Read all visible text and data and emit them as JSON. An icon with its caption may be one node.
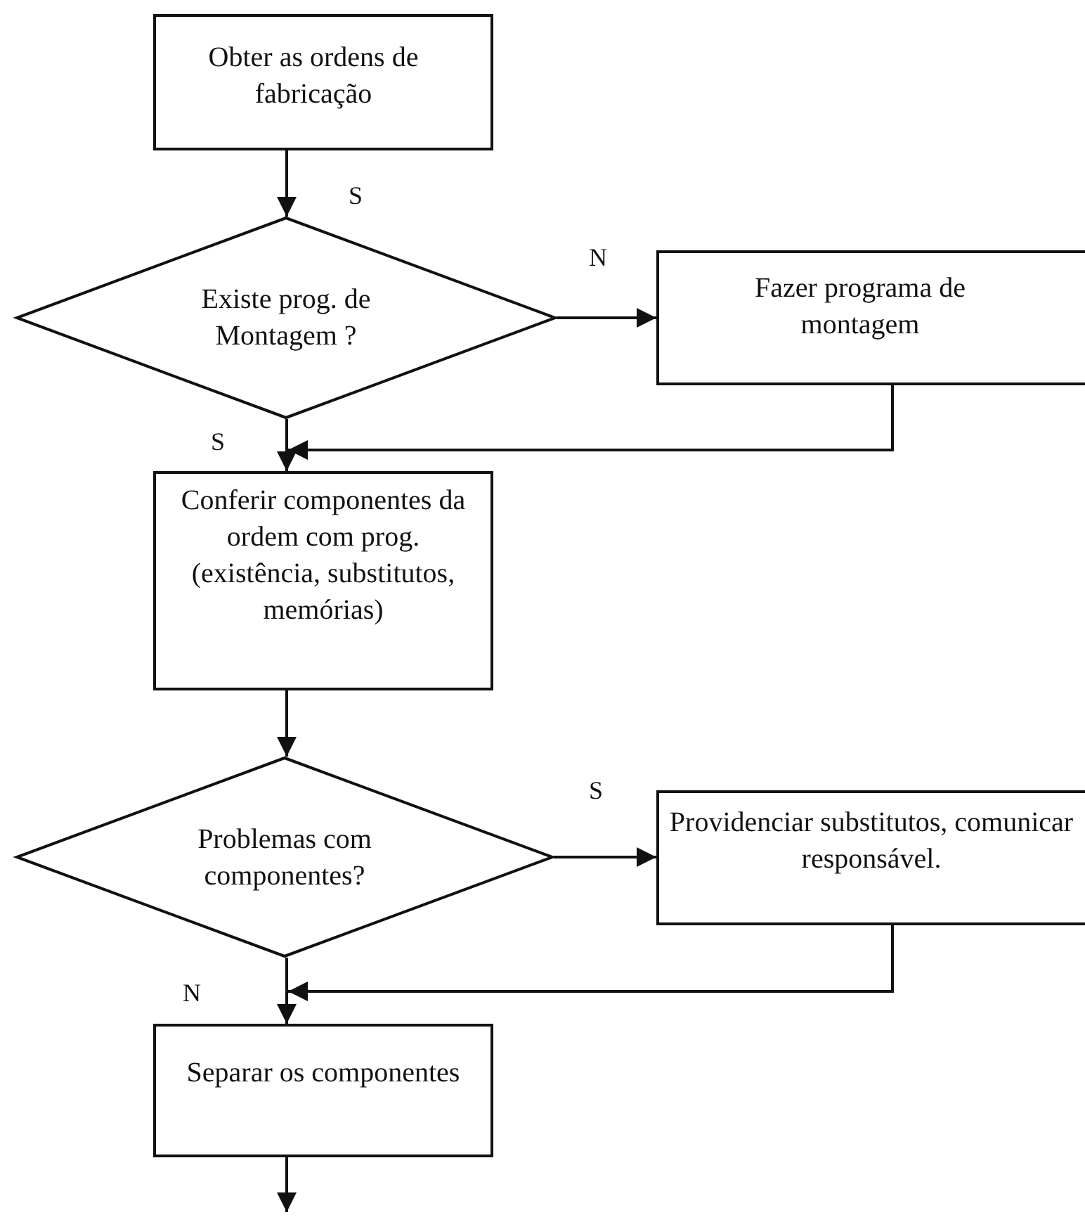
{
  "diagram": {
    "nodes": [
      {
        "text": [
          "Obter as ordens de fabricação"
        ]
      },
      {
        "text": [
          "Existe prog. de Montagem ?"
        ]
      },
      {
        "text": [
          "Fazer programa de montagem"
        ]
      },
      {
        "text": [
          "Conferir componentes da ordem com prog. (existência, substitutos, memórias)"
        ]
      },
      {
        "text": [
          "Problemas com componentes?"
        ]
      },
      {
        "text": [
          "Providenciar substitutos, comunicar responsável."
        ]
      },
      {
        "text": [
          "Separar os componentes"
        ]
      }
    ],
    "edges": [
      {
        "from": 0,
        "to": 1,
        "arrow": "to"
      },
      {
        "from": 1,
        "to": 2,
        "arrow": "to",
        "label": "N"
      },
      {
        "from": 1,
        "to": 3,
        "arrow": "to",
        "label": "S"
      },
      {
        "from": 2,
        "to": 3,
        "arrow": "to"
      },
      {
        "from": 3,
        "to": 4,
        "arrow": "to"
      },
      {
        "from": 4,
        "to": 5,
        "arrow": "to",
        "label": "S"
      },
      {
        "from": 4,
        "to": 6,
        "arrow": "to",
        "label": "N"
      },
      {
        "from": 5,
        "to": 6,
        "arrow": "to"
      },
      {
        "from": 6,
        "to": null,
        "arrow": "to"
      }
    ],
    "labels": [
      "S"
    ]
  }
}
